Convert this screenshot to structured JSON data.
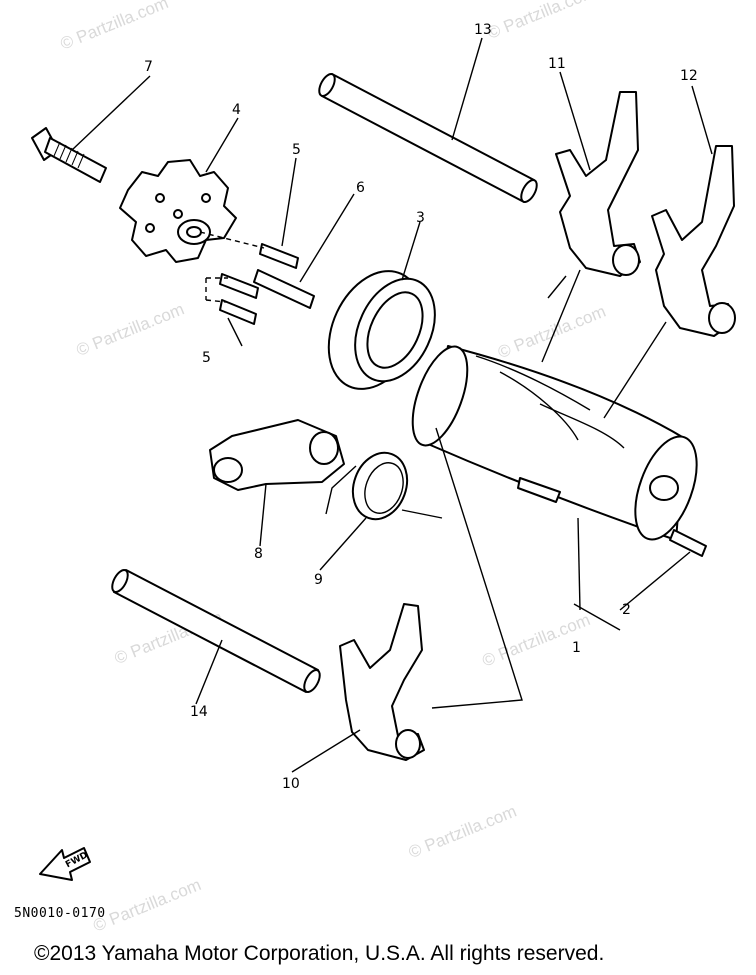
{
  "diagram": {
    "callouts": [
      "7",
      "4",
      "5",
      "6",
      "13",
      "11",
      "12",
      "3",
      "8",
      "9",
      "2",
      "1",
      "14",
      "10",
      "5"
    ],
    "watermark": "© Partzilla.com",
    "fwd_label": "FWD"
  },
  "footer": {
    "drawing_code": "5N0010-0170",
    "copyright": "©2013  Yamaha Motor Corporation, U.S.A. All rights reserved."
  }
}
